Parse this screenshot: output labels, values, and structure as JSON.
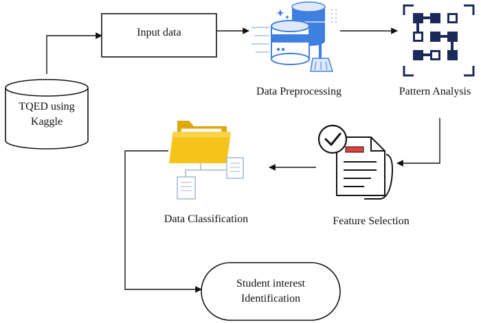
{
  "diagram": {
    "nodes": {
      "source": {
        "line1": "TQED using",
        "line2": "Kaggle"
      },
      "input": {
        "label": "Input data"
      },
      "preprocessing": {
        "label": "Data Preprocessing"
      },
      "pattern": {
        "label": "Pattern Analysis"
      },
      "feature": {
        "label": "Feature Selection"
      },
      "classification": {
        "label": "Data Classification"
      },
      "output": {
        "line1": "Student interest",
        "line2": "Identification"
      }
    },
    "colors": {
      "line": "#111111",
      "db_blue": "#3f7fe0",
      "db_light": "#dfe9fb",
      "folder_yellow": "#f6c31a",
      "folder_dark": "#e0a80e",
      "qr_navy": "#1c2a5a",
      "doc_red": "#e0433a"
    },
    "icons": [
      "database-icon",
      "qr-pattern-icon",
      "document-check-icon",
      "folder-tree-icon"
    ]
  }
}
